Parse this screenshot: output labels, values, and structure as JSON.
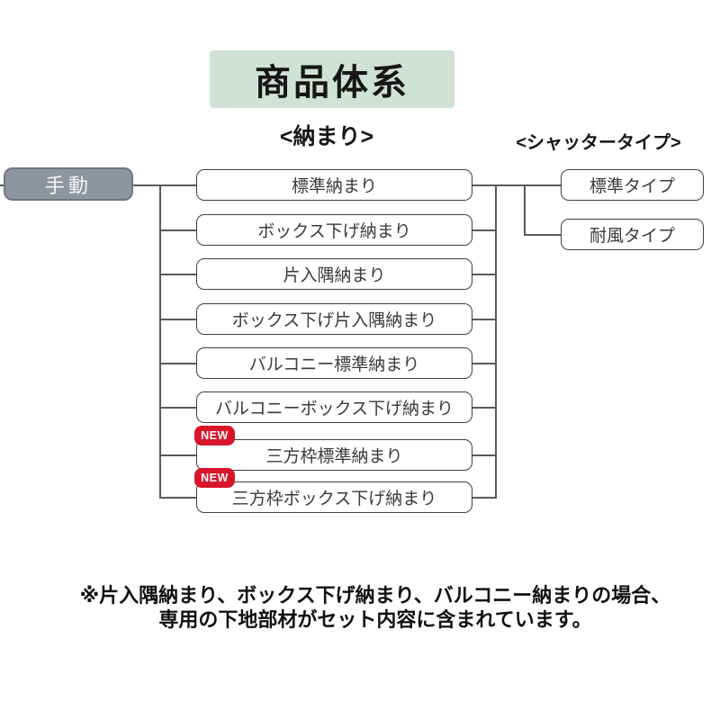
{
  "title": "商品体系",
  "headers": {
    "osamari": "<納まり>",
    "shutter_type": "<シャッタータイプ>"
  },
  "root": {
    "label": "手動"
  },
  "new_badge_label": "NEW",
  "osamari_items": [
    {
      "label": "標準納まり",
      "new": false
    },
    {
      "label": "ボックス下げ納まり",
      "new": false
    },
    {
      "label": "片入隅納まり",
      "new": false
    },
    {
      "label": "ボックス下げ片入隅納まり",
      "new": false
    },
    {
      "label": "バルコニー標準納まり",
      "new": false
    },
    {
      "label": "バルコニーボックス下げ納まり",
      "new": false
    },
    {
      "label": "三方枠標準納まり",
      "new": true
    },
    {
      "label": "三方枠ボックス下げ納まり",
      "new": true
    }
  ],
  "shutter_types": [
    {
      "label": "標準タイプ"
    },
    {
      "label": "耐風タイプ"
    }
  ],
  "note_lines": [
    "※片入隅納まり、ボックス下げ納まり、バルコニー納まりの場合、",
    "専用の下地部材がセット内容に含まれています。"
  ],
  "colors": {
    "title_background": "#cfe2d5",
    "root_box_fill": "#8d969e",
    "root_box_border": "#6e7882",
    "node_border": "#3f3f3f",
    "connector": "#5a5a5a",
    "new_badge": "#d8152b",
    "text": "#161616"
  }
}
